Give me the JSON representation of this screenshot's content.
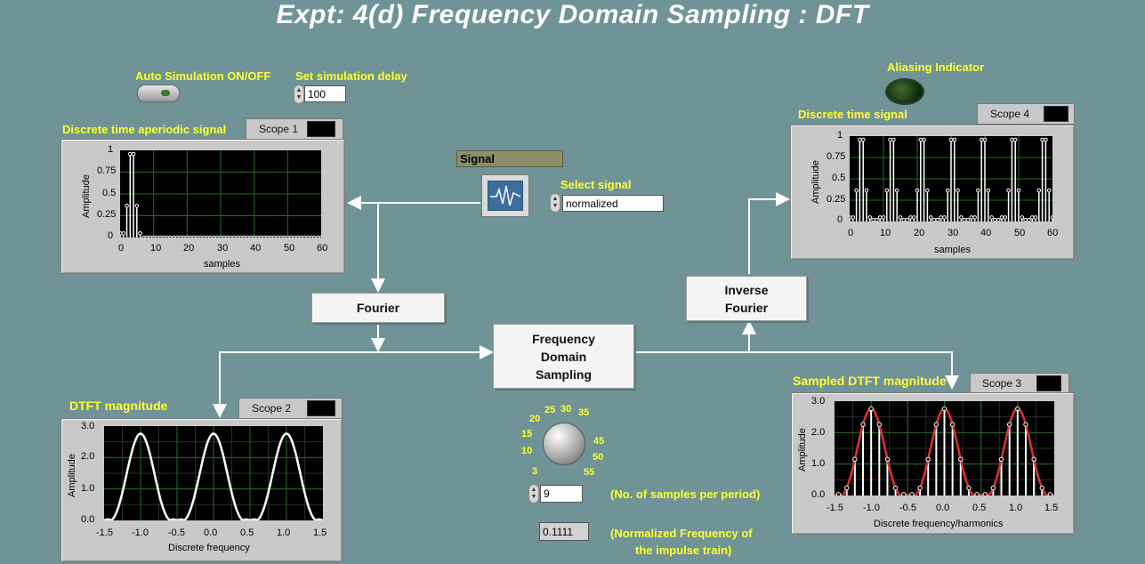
{
  "title": "Expt: 4(d) Frequency Domain Sampling : DFT",
  "controls": {
    "auto_sim_label": "Auto Simulation ON/OFF",
    "delay_label": "Set simulation delay",
    "delay_value": "100",
    "aliasing_label": "Aliasing Indicator",
    "signal_header": "Signal",
    "select_signal_label": "Select signal",
    "select_signal_value": "normalized",
    "samples_value": "9",
    "samples_label": "(No. of samples per period)",
    "freq_value": "0.1111",
    "freq_label_line1": "(Normalized Frequency of",
    "freq_label_line2": "the impulse train)",
    "knob_labels": [
      "3",
      "10",
      "15",
      "20",
      "25",
      "30",
      "35",
      "45",
      "50",
      "55"
    ]
  },
  "blocks": {
    "fourier": "Fourier",
    "fds_line1": "Frequency",
    "fds_line2": "Domain",
    "fds_line3": "Sampling",
    "inverse_line1": "Inverse",
    "inverse_line2": "Fourier"
  },
  "scopes": {
    "scope1": {
      "title": "Discrete time aperiodic signal",
      "tab": "Scope 1",
      "xlabel": "samples",
      "ylabel": "Amplitude",
      "xticks": [
        "0",
        "10",
        "20",
        "30",
        "40",
        "50",
        "60"
      ],
      "yticks": [
        "1",
        "0.75",
        "0.5",
        "0.25",
        "0"
      ]
    },
    "scope2": {
      "title": "DTFT magnitude",
      "tab": "Scope 2",
      "xlabel": "Discrete frequency",
      "ylabel": "Amplitude",
      "xticks": [
        "-1.5",
        "-1.0",
        "-0.5",
        "0.0",
        "0.5",
        "1.0",
        "1.5"
      ],
      "yticks": [
        "3.0",
        "2.0",
        "1.0",
        "0.0"
      ]
    },
    "scope3": {
      "title": "Sampled DTFT magnitude",
      "tab": "Scope 3",
      "xlabel": "Discrete frequency/harmonics",
      "ylabel": "Amplitude",
      "xticks": [
        "-1.5",
        "-1.0",
        "-0.5",
        "0.0",
        "0.5",
        "1.0",
        "1.5"
      ],
      "yticks": [
        "3.0",
        "2.0",
        "1.0",
        "0.0"
      ]
    },
    "scope4": {
      "title": "Discrete time signal",
      "tab": "Scope 4",
      "xlabel": "samples",
      "ylabel": "Amplitude",
      "xticks": [
        "0",
        "10",
        "20",
        "30",
        "40",
        "50",
        "60"
      ],
      "yticks": [
        "1",
        "0.75",
        "0.5",
        "0.25",
        "0"
      ]
    }
  },
  "colors": {
    "background": "#6f9396",
    "label": "#ffff33",
    "plot_bg": "#000000",
    "grid": "#1f6e1f",
    "envelope": "#e03030"
  }
}
